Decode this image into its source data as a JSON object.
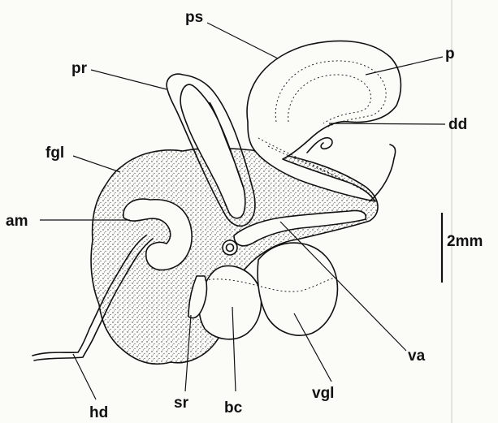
{
  "labels": {
    "ps": "ps",
    "p": "p",
    "pr": "pr",
    "dd": "dd",
    "fgl": "fgl",
    "am": "am",
    "va": "va",
    "hd": "hd",
    "sr": "sr",
    "bc": "bc",
    "vgl": "vgl"
  },
  "scale_bar": {
    "label": "2mm"
  }
}
